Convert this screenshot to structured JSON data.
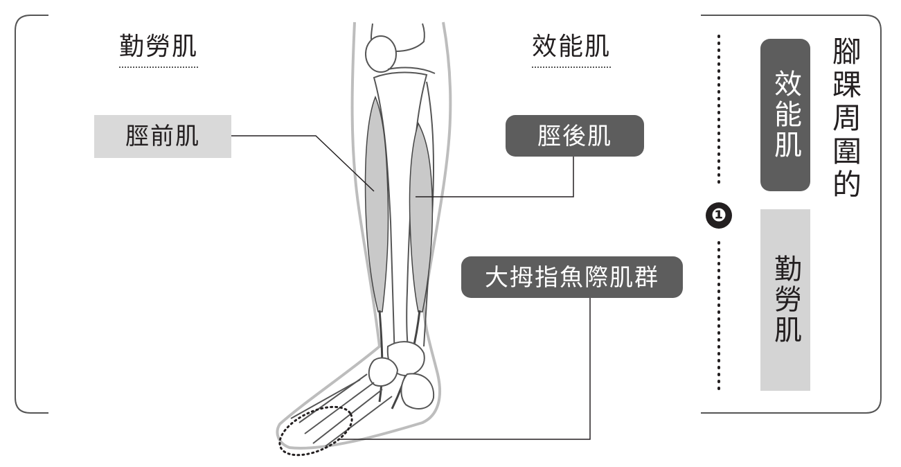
{
  "top_left_heading": "勤勞肌",
  "top_right_heading": "效能肌",
  "labels": {
    "tibialis_anterior": "脛前肌",
    "tibialis_posterior": "脛後肌",
    "abductor_hallucis": "大拇指魚際肌群"
  },
  "side_panel": {
    "title": "腳踝周圍的",
    "number": "❶",
    "efficiency_muscle": "效能肌",
    "labor_muscle": "勤勞肌"
  },
  "colors": {
    "dark_box": "#5d5d5d",
    "light_box": "#d9d9d9",
    "line": "#231f20"
  }
}
